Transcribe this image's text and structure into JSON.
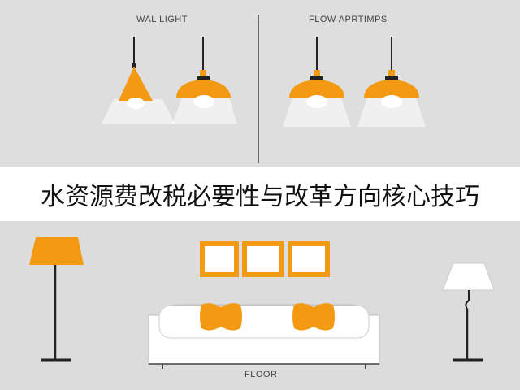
{
  "labels": {
    "left_section": "WAL LIGHT",
    "right_section": "FLOW APRTIMPS",
    "floor": "FLOOR"
  },
  "banner": {
    "headline": "水资源费改税必要性与改革方向核心技巧"
  },
  "colors": {
    "accent_orange": "#f39a12",
    "background_gray": "#dcdcdc",
    "banner_white": "#ffffff",
    "line_dark": "#333333"
  },
  "icons": [
    "cone-pendant-lamp-icon",
    "dome-pendant-lamp-icon",
    "floor-lamp-icon",
    "sofa-icon",
    "cushion-icon",
    "picture-frame-icon"
  ]
}
